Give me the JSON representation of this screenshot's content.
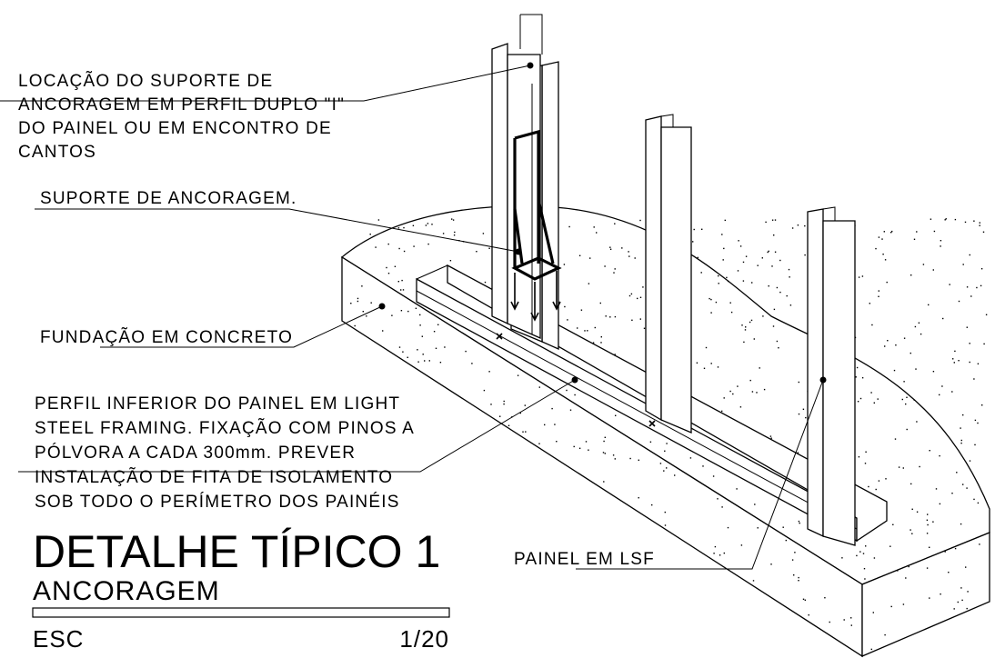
{
  "annotations": {
    "anchor_location": [
      "LOCAÇÃO DO SUPORTE DE",
      "ANCORAGEM EM PERFIL DUPLO \"I\"",
      "DO PAINEL OU EM ENCONTRO DE",
      "CANTOS"
    ],
    "anchor_support": "SUPORTE DE ANCORAGEM.",
    "foundation": "FUNDAÇÃO EM CONCRETO",
    "bottom_track": [
      "PERFIL INFERIOR DO PAINEL EM LIGHT",
      "STEEL FRAMING. FIXAÇÃO COM PINOS A",
      "PÓLVORA A CADA 300mm. PREVER",
      "INSTALAÇÃO DE FITA DE ISOLAMENTO",
      "SOB TODO O PERÍMETRO DOS PAINÉIS"
    ],
    "panel": "PAINEL EM LSF"
  },
  "title_block": {
    "title": "DETALHE TÍPICO 1",
    "subtitle": "ANCORAGEM",
    "scale_label": "ESC",
    "scale_value": "1/20"
  }
}
